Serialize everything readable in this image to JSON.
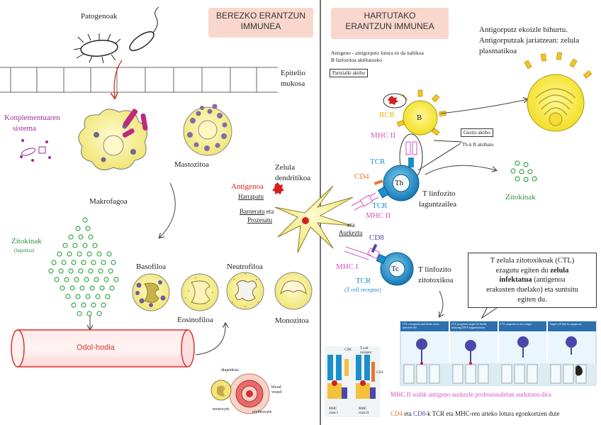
{
  "innate": {
    "title_line1": "BEREZKO ERANTZUN",
    "title_line2": "IMMUNEA",
    "pathogens": "Patogenoak",
    "epithelium_line1": "Epitelio",
    "epithelium_line2": "mukosa",
    "complement_line1": "Konplementuaren",
    "complement_line2": "sistema",
    "macrophage": "Makrofagoa",
    "mast_cell": "Mastozitoa",
    "cytokines": "Zitokinak",
    "cytokines_sub": "(laguntza)",
    "basophil": "Basofiloa",
    "neutrophil": "Neutrofiloa",
    "eosinophil": "Eosinofiloa",
    "monocyte": "Monozitoa",
    "blood_vessel": "Odol-hodia",
    "inset_diapedesis": "diapedesis",
    "inset_monocyte": "monocyte",
    "inset_blood_vessel_1": "blood",
    "inset_blood_vessel_2": "vessel",
    "inset_erythrocyte": "erythrocyte"
  },
  "dendritic": {
    "cell_line1": "Zelula",
    "cell_line2": "dendritikoa",
    "antigen": "Antigenoa",
    "captured": "Harrapatu",
    "digested": "Barneratu",
    "and1": "eta",
    "processed": "Prozesatu",
    "and2": "eta",
    "presented": "Aurkeztu"
  },
  "adaptive": {
    "title_line1": "HARTUTAKO",
    "title_line2": "ERANTZUN IMMUNEA",
    "binding_line1": "Antigeno - antigorputz lotura ez da nahikoa",
    "binding_line2": "B linfozitoa aktibatzeko",
    "partial_active": "Partzialki aktibo",
    "fully_active": "Guztiz aktibo",
    "th_activates_b": "Th-k B aktibatu",
    "bcr": "BCR",
    "b_cell": "B",
    "mhc2_upper": "MHC II",
    "tcr_upper": "TCR",
    "cd4": "CD4",
    "th_cell": "Th",
    "tcr_mid": "TCR",
    "mhc2_lower": "MHC II",
    "helper_line1": "T linfozito",
    "helper_line2": "laguntzailea",
    "cd8": "CD8",
    "mhc1": "MHC I",
    "tc_cell": "Tc",
    "tcr_lower": "TCR",
    "tcr_receptor": "(T cell receptor)",
    "cytotoxic_line1": "T linfozito",
    "cytotoxic_line2": "zitotoxikoa",
    "cytokines": "Zitokinak",
    "plasma_line1": "Antigorputz ekoizle bihurtu.",
    "plasma_line2": "Antigorputzak jariatzean: zelula",
    "plasma_line3": "plasmatikoa",
    "ctl_line1": "T zelula zitotoxikoak (CTL)",
    "ctl_line2a": "ezagutu egiten du ",
    "ctl_line2b": "zelula",
    "ctl_line3a": "infektatua",
    "ctl_line3b": " (antigenoa",
    "ctl_line4": "erakusten duelako) eta suntsitu",
    "ctl_line5": "egiten du.",
    "inset_cd8": "CD8",
    "inset_tcell_receptor_1": "T-cell",
    "inset_tcell_receptor_2": "receptor",
    "inset_cd4": "CD4",
    "inset_mhc1_1": "MHC",
    "inset_mhc1_2": "class I",
    "inset_mhc2_1": "MHC",
    "inset_mhc2_2": "class II",
    "panel1": "CTL recognizes and binds virus-infected cell",
    "panel2": "CTL programs target for death, inducing DNA fragmentation",
    "panel3": "CTL migrates to new target",
    "panel4": "Target cell dies by apoptosis",
    "note_mhc2": "MHC II soilik antigeno aurkezle profesionaletan aurkitzen dira",
    "note_cd_1": "CD4",
    "note_cd_2": " eta ",
    "note_cd_3": "CD8",
    "note_cd_4": "-k TCR eta MHC-ren arteko lotura egonkortzen dute"
  },
  "colors": {
    "title_bg": "#f9d7cc",
    "macrophage": "#f4ee7e",
    "b_cell": "#f5ea3a",
    "t_cell": "#1a8fcc",
    "mhc2": "#d94fc4",
    "cd4": "#e8772e",
    "cd8": "#4b47a8",
    "cytokine": "#35a845",
    "complement": "#9b2b94",
    "blood_vessel": "#d8332e",
    "antigen": "#d42020"
  }
}
